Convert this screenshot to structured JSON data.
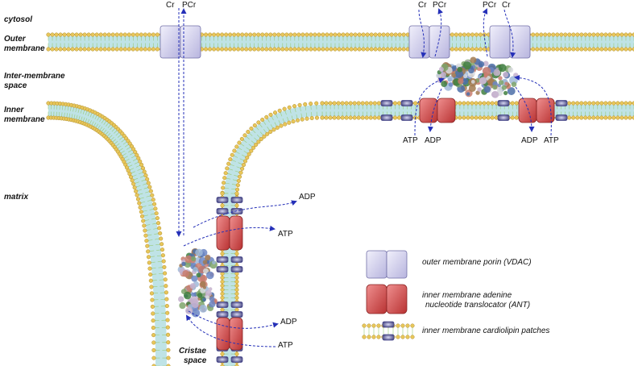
{
  "regions": {
    "cytosol": "cytosol",
    "outer_membrane_1": "Outer",
    "outer_membrane_2": "membrane",
    "intermembrane_1": "Inter-membrane",
    "intermembrane_2": "space",
    "inner_membrane_1": "Inner",
    "inner_membrane_2": "membrane",
    "matrix": "matrix",
    "cristae_1": "Cristae",
    "cristae_2": "space"
  },
  "molecules": {
    "cr": "Cr",
    "pcr": "PCr",
    "atp": "ATP",
    "adp": "ADP"
  },
  "legend": {
    "vdac_line1": "outer membrane porin (VDAC)",
    "ant_line1": "inner membrane adenine",
    "ant_line2": "nucleotide translocator (ANT)",
    "cardiolipin": "inner membrane cardiolipin patches"
  },
  "colors": {
    "lipid_head": "#e8c65a",
    "lipid_tail": "#bfe3e6",
    "vdac": "#d6d4ef",
    "ant": "#d24d4d",
    "cardiolipin": "#4a4a8c",
    "arrow": "#2530b8"
  }
}
